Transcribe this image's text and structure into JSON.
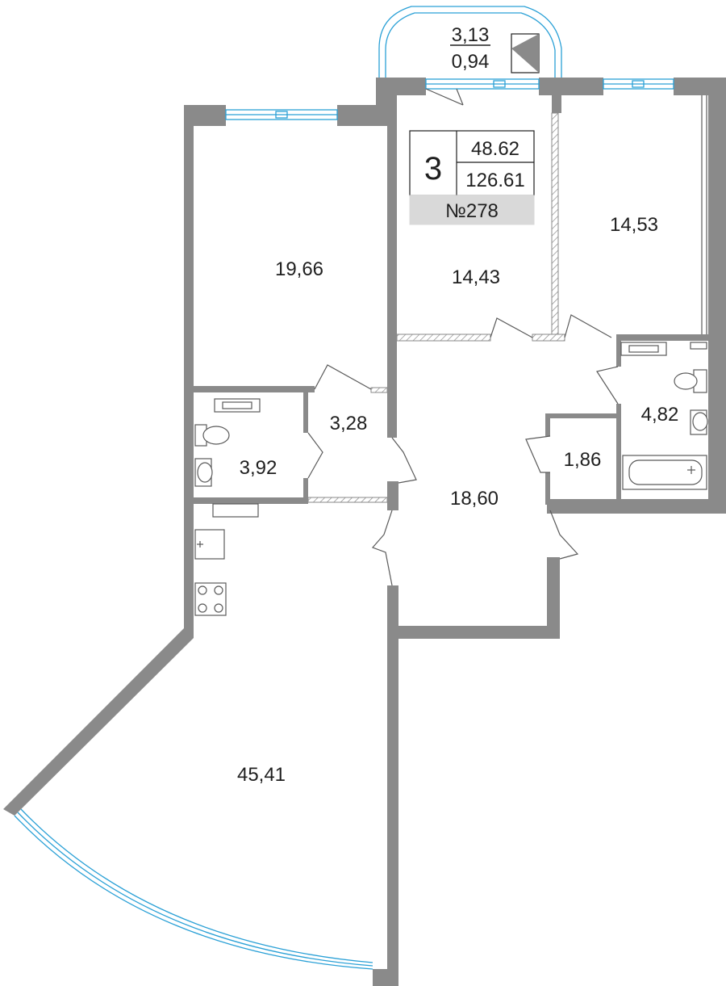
{
  "apartment": {
    "rooms_count": "3",
    "living_area": "48.62",
    "total_area": "126.61",
    "number": "№278"
  },
  "balcony": {
    "area_full": "3,13",
    "area_reduced": "0,94"
  },
  "rooms": [
    {
      "id": "room-bedroom-left",
      "area": "19,66"
    },
    {
      "id": "room-bedroom-middle",
      "area": "14,43"
    },
    {
      "id": "room-bedroom-right",
      "area": "14,53"
    },
    {
      "id": "room-hall-small",
      "area": "3,28"
    },
    {
      "id": "room-bathroom-left",
      "area": "3,92"
    },
    {
      "id": "room-hall-main",
      "area": "18,60"
    },
    {
      "id": "room-storage",
      "area": "1,86"
    },
    {
      "id": "room-bathroom-right",
      "area": "4,82"
    },
    {
      "id": "room-kitchen-living",
      "area": "45,41"
    }
  ],
  "colors": {
    "wall": "#8a8a8a",
    "window": "#2aa0d6",
    "number_badge": "#d9d9d9"
  }
}
